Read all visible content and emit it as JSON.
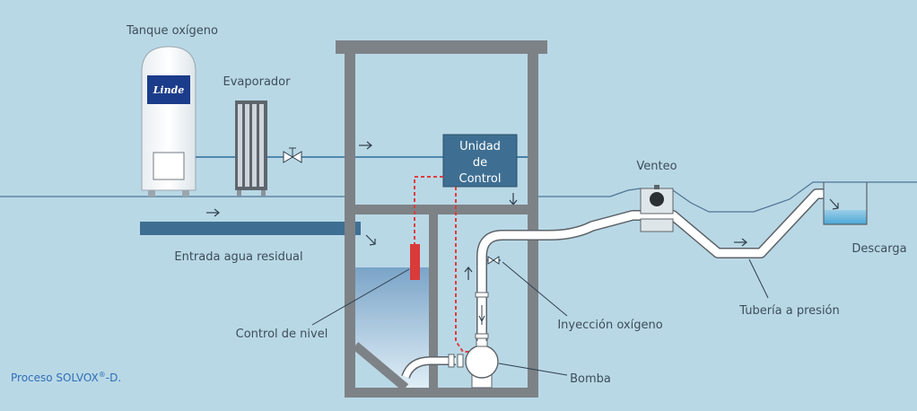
{
  "labels": {
    "oxygen_tank": "Tanque oxígeno",
    "evaporator": "Evaporador",
    "control_unit_line1": "Unidad",
    "control_unit_line2": "de",
    "control_unit_line3": "Control",
    "vent": "Venteo",
    "discharge": "Descarga",
    "wastewater_inlet": "Entrada agua residual",
    "pressure_pipe": "Tubería a presión",
    "oxygen_injection": "Inyección oxígeno",
    "level_control": "Control de nivel",
    "pump": "Bomba"
  },
  "logo_text": "Linde",
  "caption": {
    "main": "Proceso SOLVOX",
    "sup": "®",
    "tail": "-D."
  },
  "colors": {
    "background": "#b9d8e6",
    "structure": "#7d8287",
    "control_unit": "#3e6f92",
    "oxygen_line": "#2f6a9c",
    "signal_line": "#e03c3c",
    "sensor": "#d93a3a",
    "caption": "#2f6fb6"
  }
}
